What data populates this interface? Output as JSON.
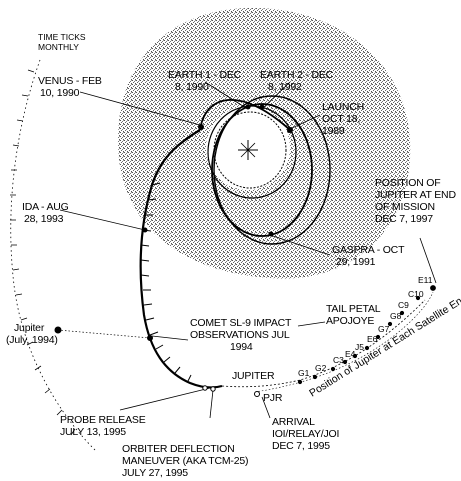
{
  "header": {
    "line1": "TIME TICKS",
    "line2": "MONTHLY"
  },
  "labels": {
    "venus": [
      "VENUS - FEB",
      "10, 1990"
    ],
    "earth1": [
      "EARTH 1 - DEC",
      "8, 1990"
    ],
    "earth2": [
      "EARTH 2 - DEC",
      "8, 1992"
    ],
    "launch": [
      "LAUNCH",
      "OCT 18,",
      "1989"
    ],
    "jupiter_end": [
      "POSITION OF",
      "JUPITER AT END",
      "OF MISSION",
      "DEC 7, 1997"
    ],
    "ida": [
      "IDA - AUG",
      "28, 1993"
    ],
    "gaspra": [
      "GASPRA - OCT",
      "29, 1991"
    ],
    "tail": [
      "TAIL PETAL",
      "APOJOYE"
    ],
    "jupiter_1994": [
      "Jupiter",
      "(July, 1994)"
    ],
    "comet": [
      "COMET SL-9 IMPACT",
      "OBSERVATIONS JUL",
      "1994"
    ],
    "jupiter": "JUPITER",
    "pjr": "PJR",
    "arrival": [
      "ARRIVAL",
      "IOI/RELAY/JOI",
      "DEC 7, 1995"
    ],
    "probe": [
      "PROBE RELEASE",
      "JULY 13, 1995"
    ],
    "orbiter": [
      "ORBITER DEFLECTION",
      "MANEUVER (AKA TCM-25)",
      "JULY 27, 1995"
    ],
    "satellite_axis": "Position of Jupiter at Each Satellite Encounter"
  },
  "encounters": [
    "G1",
    "G2",
    "C3",
    "E4",
    "J5",
    "E6",
    "G7",
    "G8",
    "C9",
    "C10",
    "E11"
  ]
}
